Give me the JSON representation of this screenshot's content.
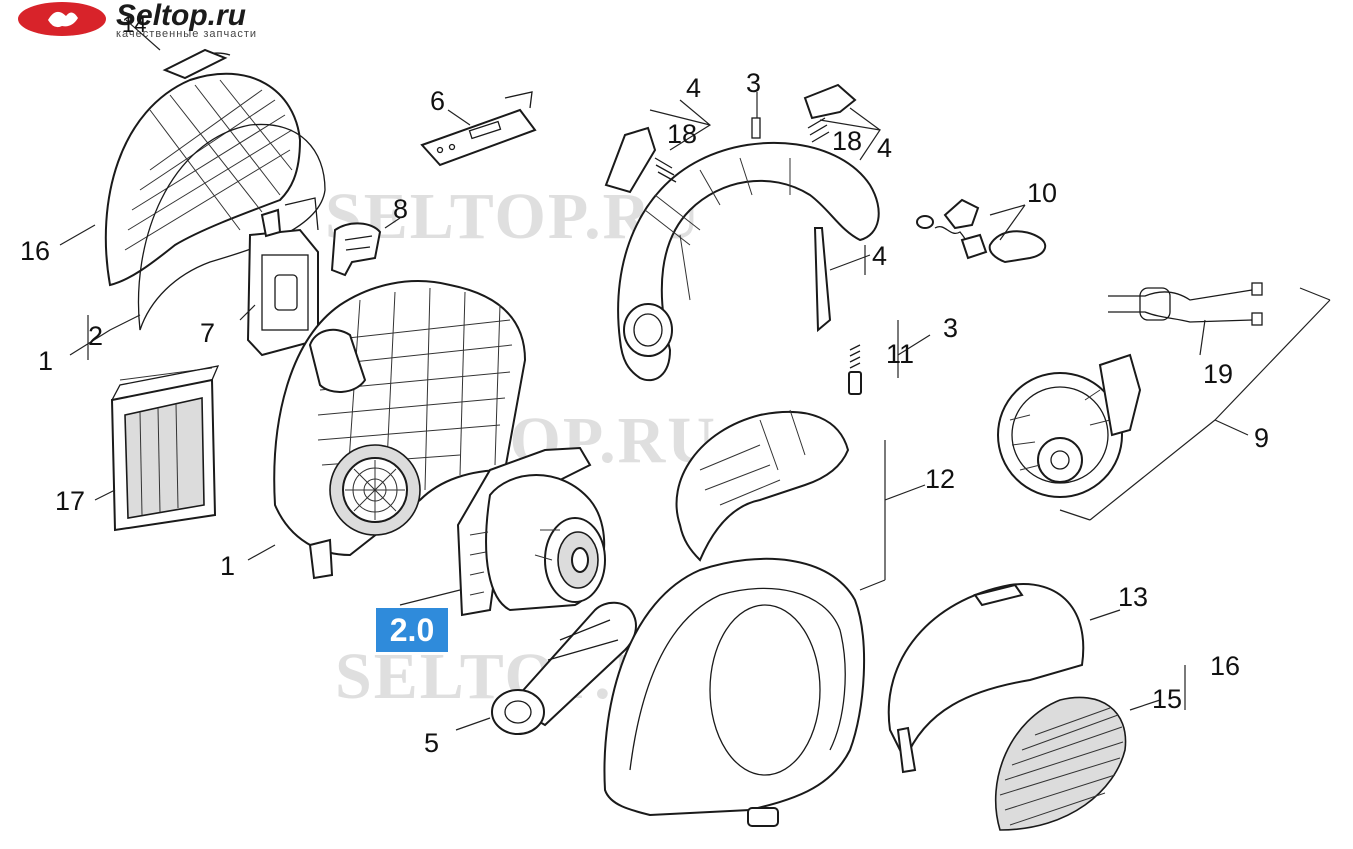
{
  "logo": {
    "brand": "Seltop.ru",
    "tagline": "качественные запчасти"
  },
  "watermark": "SELTOP.RU",
  "highlight_badge": "2.0",
  "callouts": {
    "n1_top": "1",
    "n1_bottom": "1",
    "n2": "2",
    "n3_top": "3",
    "n3_mid": "3",
    "n4_left": "4",
    "n4_right": "4",
    "n4_mid": "4",
    "n5": "5",
    "n6": "6",
    "n7": "7",
    "n8": "8",
    "n9": "9",
    "n10": "10",
    "n11": "11",
    "n12": "12",
    "n13": "13",
    "n14": "14",
    "n15": "15",
    "n16_left": "16",
    "n16_right": "16",
    "n17": "17",
    "n18_left": "18",
    "n18_right": "18",
    "n19": "19"
  },
  "colors": {
    "badge": "#2f8bdb",
    "logo_red": "#d8232a"
  }
}
